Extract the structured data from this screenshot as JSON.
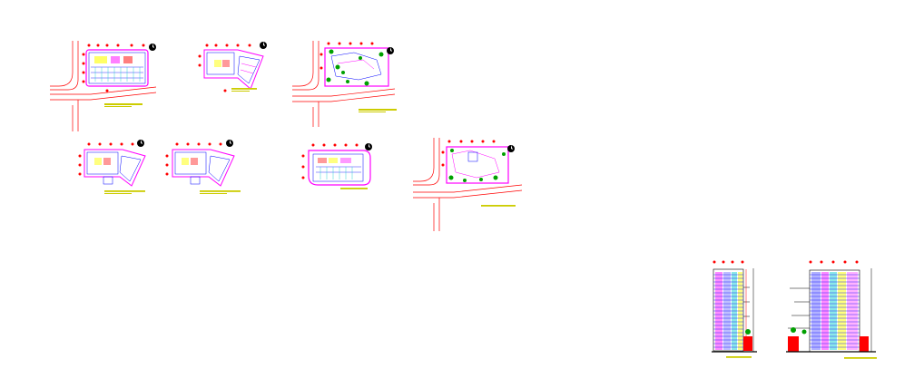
{
  "drawing": {
    "background": "#ffffff",
    "colors": {
      "road": "#ff0000",
      "boundary": "#ff00ff",
      "structure": "#0000ff",
      "axis_marker": "#ff0000",
      "north_arrow": "#000000",
      "title_text": "#cccc00",
      "landscape": "#00a000",
      "column": "#00cccc",
      "facade_accent": "#ffff00"
    },
    "sheets": [
      {
        "id": "site-plan-basement"
      },
      {
        "id": "floor-plan-small-a"
      },
      {
        "id": "landscape-plan"
      },
      {
        "id": "floor-plan-b"
      },
      {
        "id": "floor-plan-c"
      },
      {
        "id": "podium-plan"
      },
      {
        "id": "site-plan-corner"
      },
      {
        "id": "elevation-narrow"
      },
      {
        "id": "elevation-wide"
      }
    ]
  }
}
